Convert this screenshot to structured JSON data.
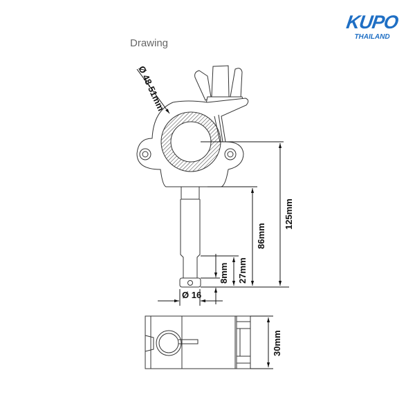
{
  "title": "Drawing",
  "logo": {
    "brand": "KUPO",
    "region": "THAILAND",
    "color": "#1f6fc4"
  },
  "dimensions": {
    "tube_diameter": "Ø 48-51mm",
    "total_height": "125mm",
    "spigot_length": "86mm",
    "spigot_lower": "27mm",
    "spigot_tip": "8mm",
    "spigot_diameter": "Ø 16",
    "thickness": "30mm"
  }
}
